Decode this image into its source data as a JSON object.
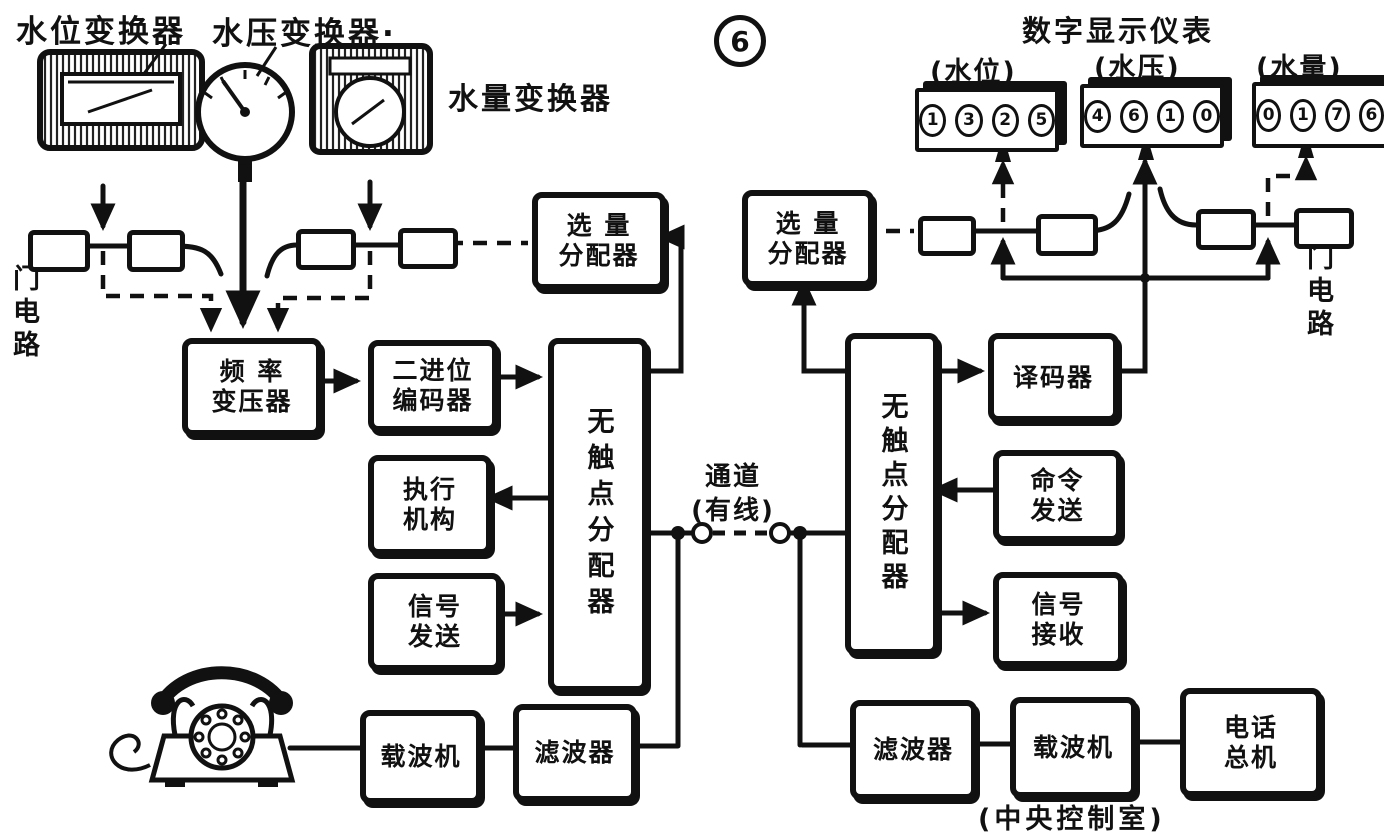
{
  "figure": {
    "number": "6"
  },
  "transducers": {
    "water_level": "水位变换器",
    "water_pressure": "水压变换器·",
    "water_flow": "水量变换器"
  },
  "displays": {
    "title": "数字显示仪表",
    "items": [
      {
        "caption": "(水位)",
        "digits": [
          "1",
          "3",
          "2",
          "5"
        ]
      },
      {
        "caption": "(水压)",
        "digits": [
          "4",
          "6",
          "1",
          "0"
        ]
      },
      {
        "caption": "(水量)",
        "digits": [
          "0",
          "1",
          "7",
          "6"
        ]
      }
    ]
  },
  "labels": {
    "gate_circuit_left": "门电路",
    "gate_circuit_right": "门电路",
    "channel_line1": "通道",
    "channel_line2": "(有线)",
    "central_control_room": "(中央控制室)"
  },
  "blocks": {
    "frequency_transformer": {
      "line1": "频 率",
      "line2": "变压器"
    },
    "binary_encoder": {
      "line1": "二进位",
      "line2": "编码器"
    },
    "distributor_left": "无触点分配器",
    "selector_left": {
      "line1": "选 量",
      "line2": "分配器"
    },
    "actuator": {
      "line1": "执行",
      "line2": "机构"
    },
    "signal_send": {
      "line1": "信号",
      "line2": "发送"
    },
    "carrier_left": "载波机",
    "filter_left": "滤波器",
    "selector_right": {
      "line1": "选 量",
      "line2": "分配器"
    },
    "distributor_right": "无触点分配器",
    "decoder": "译码器",
    "command_send": {
      "line1": "命令",
      "line2": "发送"
    },
    "signal_receive": {
      "line1": "信号",
      "line2": "接收"
    },
    "filter_right": "滤波器",
    "carrier_right": "载波机",
    "telephone_exchange": {
      "line1": "电话",
      "line2": "总机"
    }
  },
  "colors": {
    "ink": "#111111",
    "paper": "#ffffff"
  }
}
